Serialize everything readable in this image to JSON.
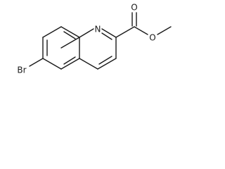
{
  "molecule": {
    "atoms": [
      {
        "id": "n1",
        "symbol": "N"
      },
      {
        "id": "o1",
        "symbol": "O"
      },
      {
        "id": "o2",
        "symbol": "O"
      },
      {
        "id": "br",
        "symbol": "Br"
      }
    ]
  },
  "colors": {
    "bond": "#1a1a1a",
    "label": "#1a1a1a",
    "background": "#ffffff"
  }
}
